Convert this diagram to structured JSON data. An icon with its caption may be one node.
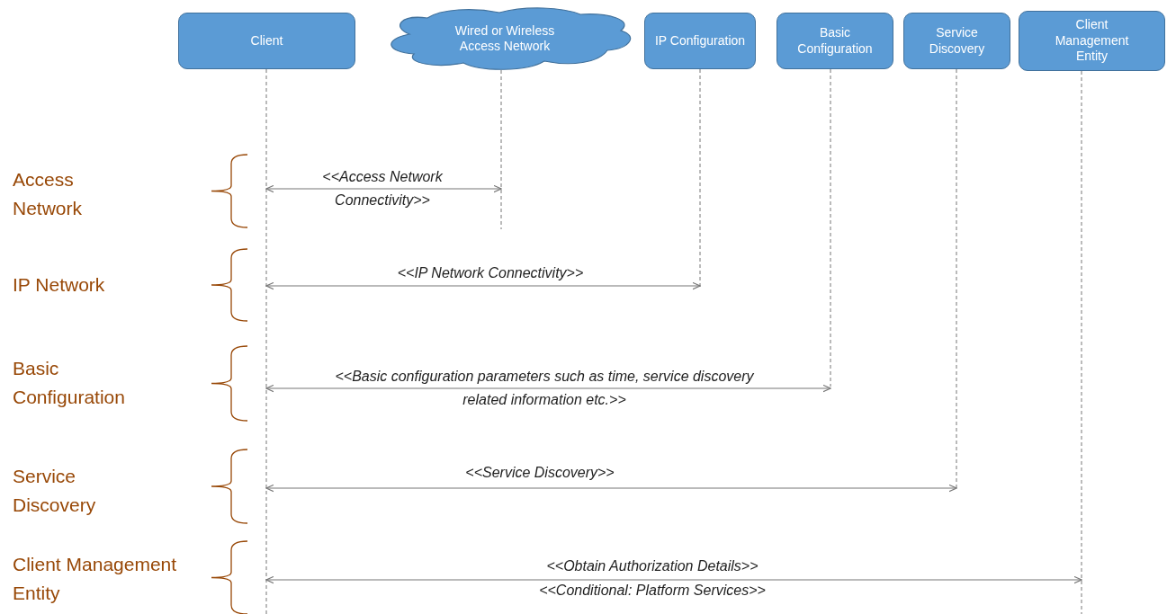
{
  "diagram": {
    "nodes": [
      {
        "text": [
          "Client"
        ]
      },
      {
        "text": [
          "Wired or Wireless Access Network"
        ]
      },
      {
        "text": [
          "IP Configuration"
        ]
      },
      {
        "text": [
          "Basic Configuration"
        ]
      },
      {
        "text": [
          "Service Discovery"
        ]
      },
      {
        "text": [
          "Client Management Entity"
        ]
      }
    ],
    "edges": [
      {
        "from": 0,
        "to": 1,
        "arrow": "both",
        "label": "<<Access Network Connectivity>>"
      },
      {
        "from": 0,
        "to": 2,
        "arrow": "both",
        "label": "<<IP Network Connectivity>>"
      },
      {
        "from": 0,
        "to": 3,
        "arrow": "both",
        "label": "<<Basic configuration parameters such as time, service discovery related information etc.>>"
      },
      {
        "from": 0,
        "to": 4,
        "arrow": "both",
        "label": "<<Service Discovery>>"
      },
      {
        "from": 0,
        "to": 5,
        "arrow": "both",
        "label": "<<Obtain Authorization Details>>"
      }
    ],
    "labels": [
      "Access Network",
      "IP Network",
      "Basic Configuration",
      "Service Discovery",
      "Client Management Entity",
      "<<Conditional: Platform Services>>"
    ]
  }
}
